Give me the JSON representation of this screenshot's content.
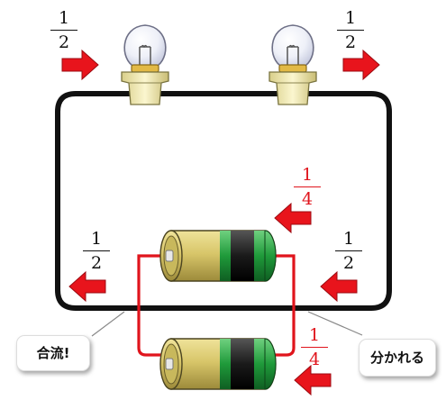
{
  "labels": {
    "left_bulb_current": {
      "num": "1",
      "den": "2"
    },
    "right_bulb_current": {
      "num": "1",
      "den": "2"
    },
    "left_return_current": {
      "num": "1",
      "den": "2"
    },
    "right_input_current": {
      "num": "1",
      "den": "2"
    },
    "upper_battery_current": {
      "num": "1",
      "den": "4"
    },
    "lower_battery_current": {
      "num": "1",
      "den": "4"
    }
  },
  "callouts": {
    "merge": "合流!",
    "split": "分かれる"
  },
  "colors": {
    "arrow_red": "#e8141c",
    "wire_black": "#111111",
    "wire_red": "#e0141c",
    "battery_gold": "#d6c265",
    "battery_green": "#1f9a3a",
    "battery_black": "#1a1a1a",
    "bulb_base": "#f2eab0",
    "fraction_black": "#111111",
    "fraction_red": "#e0141c"
  },
  "icons": [
    "arrow-right-icon",
    "arrow-left-icon",
    "light-bulb-icon",
    "battery-icon"
  ]
}
